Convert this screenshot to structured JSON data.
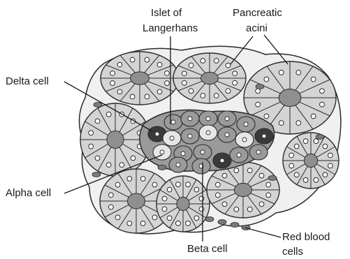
{
  "labels": {
    "islet_line1": "Islet of",
    "islet_line2": "Langerhans",
    "acini_line1": "Pancreatic",
    "acini_line2": "acini",
    "delta": "Delta cell",
    "alpha": "Alpha cell",
    "beta": "Beta cell",
    "rbc_line1": "Red blood",
    "rbc_line2": "cells"
  },
  "colors": {
    "stroke": "#2b2b2b",
    "acinus_cell": "#d4d4d4",
    "acinus_lumen": "#8f8f8f",
    "beta_cell": "#9a9a9a",
    "alpha_cell": "#e6e6e6",
    "delta_cell": "#3a3a3a",
    "stroma": "#f0f0f0",
    "rbc": "#7a7a7a"
  }
}
